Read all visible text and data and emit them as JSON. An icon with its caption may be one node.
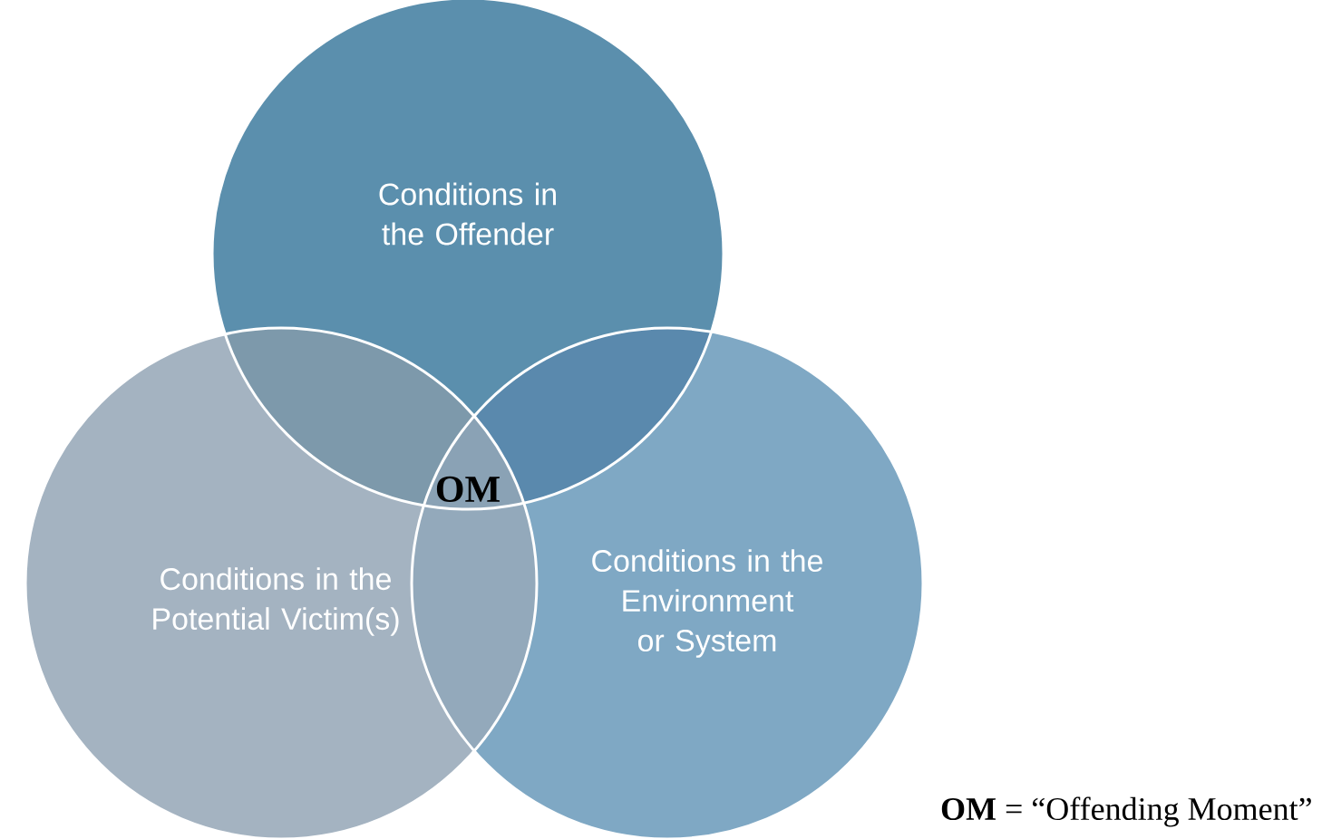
{
  "diagram": {
    "nodes": [
      {
        "text": [
          "Conditions in the Offender"
        ]
      },
      {
        "text": [
          "Conditions in the Potential Victim(s)"
        ]
      },
      {
        "text": [
          "Conditions in the Environment  or System"
        ]
      }
    ],
    "labels": [
      "OM",
      "**OM** = “Offending Moment”"
    ]
  }
}
